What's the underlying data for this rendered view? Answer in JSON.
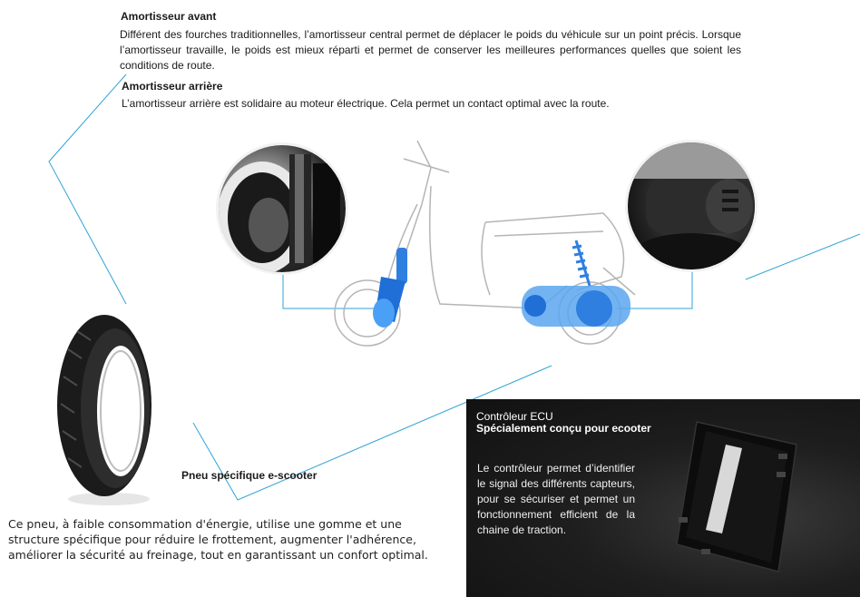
{
  "front_shock": {
    "title": "Amortisseur avant",
    "text": "Différent des fourches traditionnelles, l’amortisseur central permet de déplacer le poids du véhicule sur un point précis. Lorsque l’amortisseur travaille, le poids est mieux réparti et permet de conserver les meilleures performances quelles que soient les conditions de route."
  },
  "rear_shock": {
    "title": "Amortisseur arrière",
    "text": "L’amortisseur arrière est solidaire au moteur électrique. Cela permet un contact optimal avec la route."
  },
  "tire": {
    "title": "Pneu spécifique e-scooter",
    "text": "Ce pneu, à faible consommation d'énergie, utilise une gomme et une structure spécifique pour réduire le frottement, augmenter l'adhérence, améliorer la sécurité au freinage, tout en garantissant un confort optimal."
  },
  "ecu": {
    "title": "Contrôleur ECU",
    "subtitle": "Spécialement conçu pour ecooter",
    "text": "Le contrôleur permet d’identifier le signal des différents capteurs, pour se sécuriser et permet un fonctionnement efficient de la chaine de traction."
  },
  "colors": {
    "accent_line": "#2fa3d6",
    "highlight_blue": "#1f6fd6",
    "ecu_panel": "#1a1a1a"
  }
}
